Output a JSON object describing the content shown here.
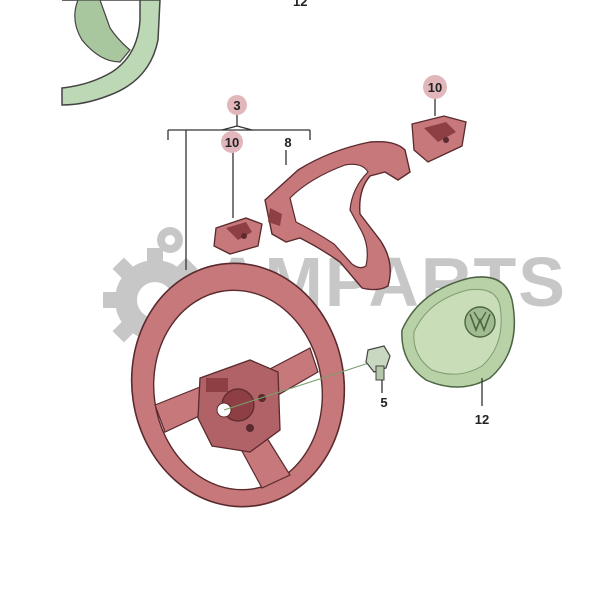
{
  "watermark": {
    "text": "AMPARTS",
    "color": "#9a9a9a"
  },
  "colors": {
    "wheel_part": "#c7787a",
    "wheel_dark": "#8e3f43",
    "airbag": "#b8d1a6",
    "airbag_dark": "#7f9b72",
    "context_part": "#bcd8b4",
    "badge": "#e2b7bc",
    "line": "#333333"
  },
  "callouts": [
    {
      "id": "top-cut",
      "label": "12",
      "badge": false
    },
    {
      "id": "group",
      "label": "3",
      "badge": true
    },
    {
      "id": "left-switch",
      "label": "10",
      "badge": true
    },
    {
      "id": "trim",
      "label": "8",
      "badge": false
    },
    {
      "id": "right-switch",
      "label": "10",
      "badge": true
    },
    {
      "id": "bolt",
      "label": "5",
      "badge": false
    },
    {
      "id": "airbag",
      "label": "12",
      "badge": false
    }
  ]
}
